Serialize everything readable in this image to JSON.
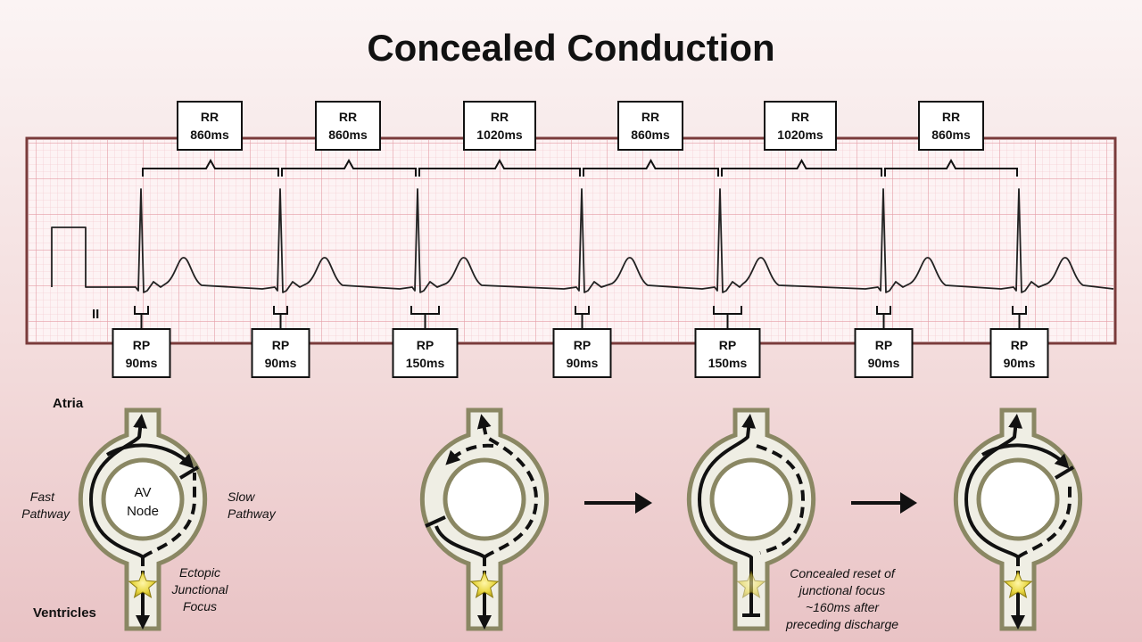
{
  "title": "Concealed Conduction",
  "ecg": {
    "lead": "II",
    "rr_intervals": [
      {
        "label": "RR",
        "value": "860ms"
      },
      {
        "label": "RR",
        "value": "860ms"
      },
      {
        "label": "RR",
        "value": "1020ms"
      },
      {
        "label": "RR",
        "value": "860ms"
      },
      {
        "label": "RR",
        "value": "1020ms"
      },
      {
        "label": "RR",
        "value": "860ms"
      }
    ],
    "rp_intervals": [
      {
        "label": "RP",
        "value": "90ms"
      },
      {
        "label": "RP",
        "value": "90ms"
      },
      {
        "label": "RP",
        "value": "150ms"
      },
      {
        "label": "RP",
        "value": "90ms"
      },
      {
        "label": "RP",
        "value": "150ms"
      },
      {
        "label": "RP",
        "value": "90ms"
      },
      {
        "label": "RP",
        "value": "90ms"
      }
    ]
  },
  "av_diagram": {
    "atria_label": "Atria",
    "ventricles_label": "Ventricles",
    "av_node_label_1": "AV",
    "av_node_label_2": "Node",
    "fast_pathway_1": "Fast",
    "fast_pathway_2": "Pathway",
    "slow_pathway_1": "Slow",
    "slow_pathway_2": "Pathway",
    "ectopic_1": "Ectopic",
    "ectopic_2": "Junctional",
    "ectopic_3": "Focus",
    "reset_note": [
      "Concealed reset of",
      "junctional focus",
      "~160ms after",
      "preceding discharge"
    ]
  },
  "colors": {
    "background": "#f3dcdc",
    "ecg_paper": "#fdf3f4",
    "ecg_grid_major": "#e59ea6",
    "ecg_grid_minor": "#f4cfd4",
    "ecg_border": "#7a3b3b",
    "node_outer": "#8a8763",
    "node_fill": "#efeee4",
    "star": "#e8d640"
  }
}
